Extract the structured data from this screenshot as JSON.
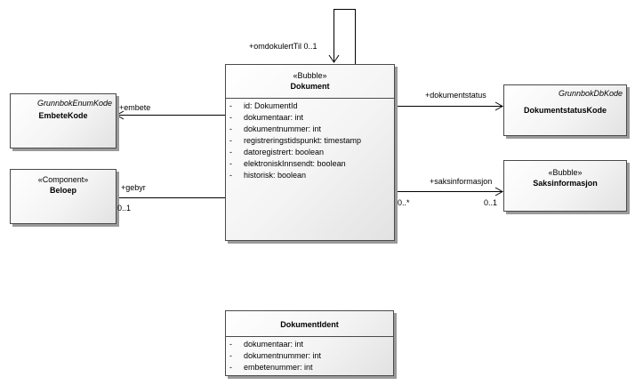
{
  "classes": {
    "dokument": {
      "stereotype": "«Bubble»",
      "name": "Dokument",
      "attributes": [
        {
          "vis": "-",
          "text": "id: DokumentId"
        },
        {
          "vis": "-",
          "text": "dokumentaar: int"
        },
        {
          "vis": "-",
          "text": "dokumentnummer: int"
        },
        {
          "vis": "-",
          "text": "registreringstidspunkt: timestamp"
        },
        {
          "vis": "-",
          "text": "datoregistrert: boolean"
        },
        {
          "vis": "-",
          "text": "elektroniskInnsendt: boolean"
        },
        {
          "vis": "-",
          "text": "historisk: boolean"
        }
      ]
    },
    "embetekode": {
      "stereotype": "GrunnbokEnumKode",
      "name": "EmbeteKode"
    },
    "beloep": {
      "stereotype": "«Component»",
      "name": "Beloep"
    },
    "dokumentstatuskode": {
      "stereotype": "GrunnbokDbKode",
      "name": "DokumentstatusKode"
    },
    "saksinformasjon": {
      "stereotype": "«Bubble»",
      "name": "Saksinformasjon"
    },
    "dokumentident": {
      "name": "DokumentIdent",
      "attributes": [
        {
          "vis": "-",
          "text": "dokumentaar: int"
        },
        {
          "vis": "-",
          "text": "dokumentnummer: int"
        },
        {
          "vis": "-",
          "text": "embetenummer: int"
        }
      ]
    }
  },
  "associations": {
    "self": {
      "role": "+omdokulertTil 0..1"
    },
    "embete": {
      "role": "+embete"
    },
    "gebyr": {
      "role": "+gebyr",
      "mult_target": "0..1"
    },
    "dokumentstatus": {
      "role": "+dokumentstatus"
    },
    "saksinformasjon": {
      "role": "+saksinformasjon",
      "mult_source": "0..*",
      "mult_target": "0..1"
    }
  }
}
